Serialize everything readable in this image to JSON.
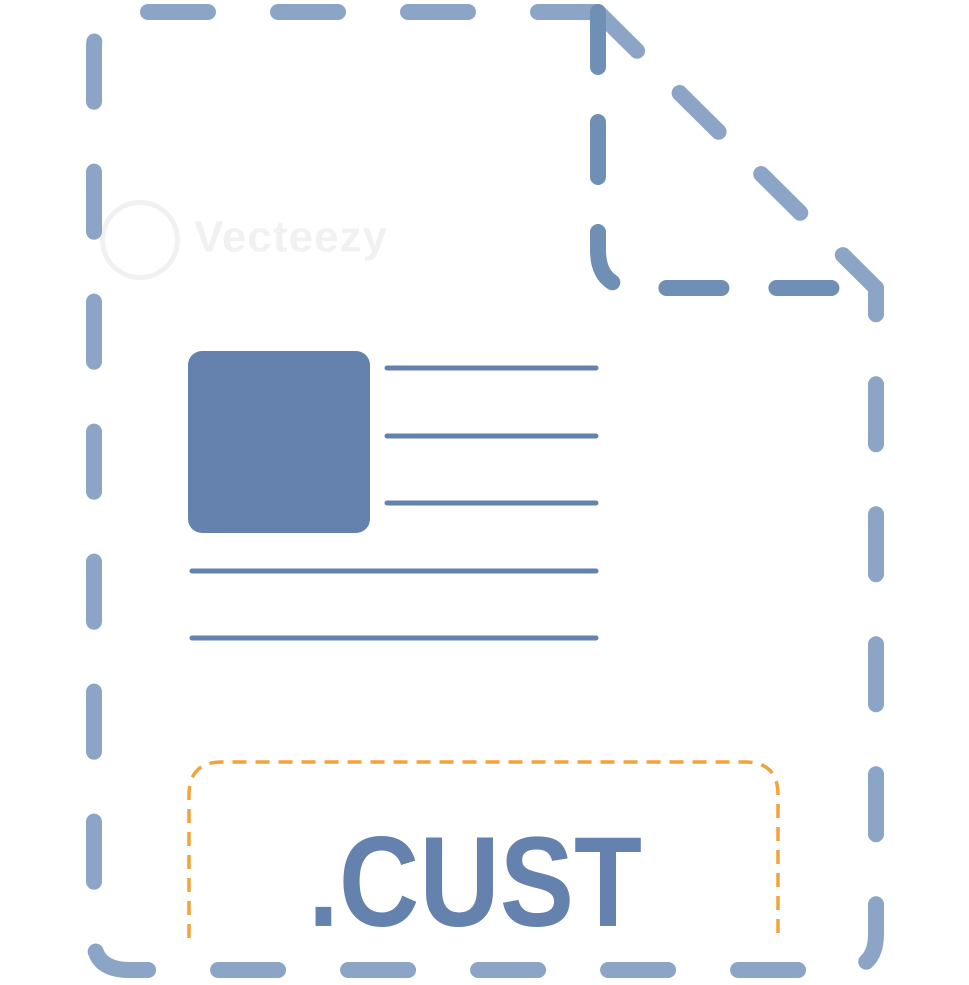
{
  "file_icon": {
    "extension_label": ".CUST",
    "outline_color": "#8ca5c6",
    "fold_color": "#6f8fb4",
    "content_color": "#6482ad",
    "label_border_color": "#f4a23a",
    "label_text_color": "#6482ad",
    "content_lines": 5
  },
  "watermark": {
    "text": "Vecteezy"
  }
}
